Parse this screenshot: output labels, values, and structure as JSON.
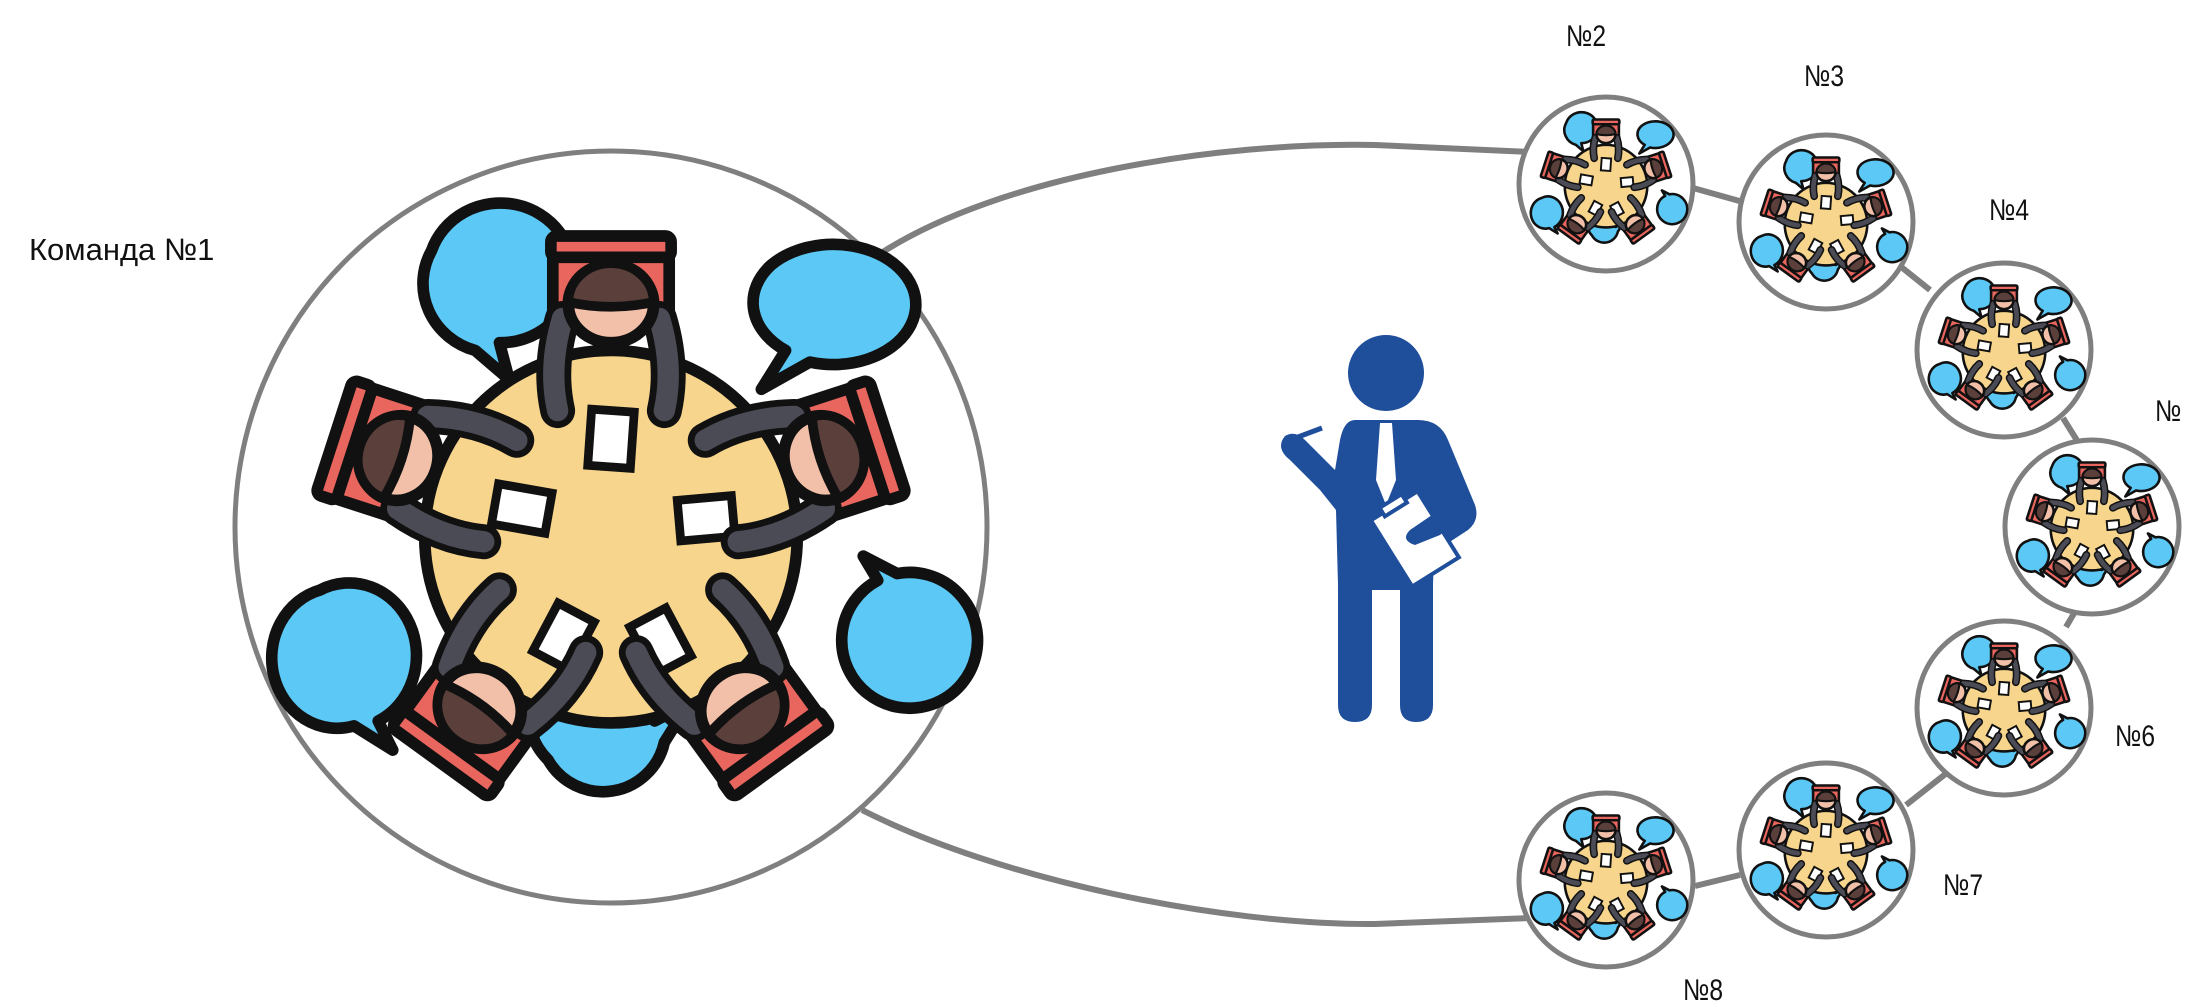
{
  "labels": {
    "team1": "Команда №1",
    "team2": "№2",
    "team3": "№3",
    "team4": "№4",
    "team5": "№",
    "team6": "№6",
    "team7": "№7",
    "team8": "№8"
  },
  "icons": {
    "team_table": "team-table-icon",
    "person": "businessman-with-clipboard-icon"
  },
  "colors": {
    "circle_stroke": "#7f7f7f",
    "speech_bubble": "#5bc8f5",
    "table": "#f7d58c",
    "chair": "#e8665e",
    "person_body": "#4b4b55",
    "person_hair": "#5a3f3b",
    "person_skin": "#f2c0a8",
    "businessman": "#1f4e9b"
  }
}
